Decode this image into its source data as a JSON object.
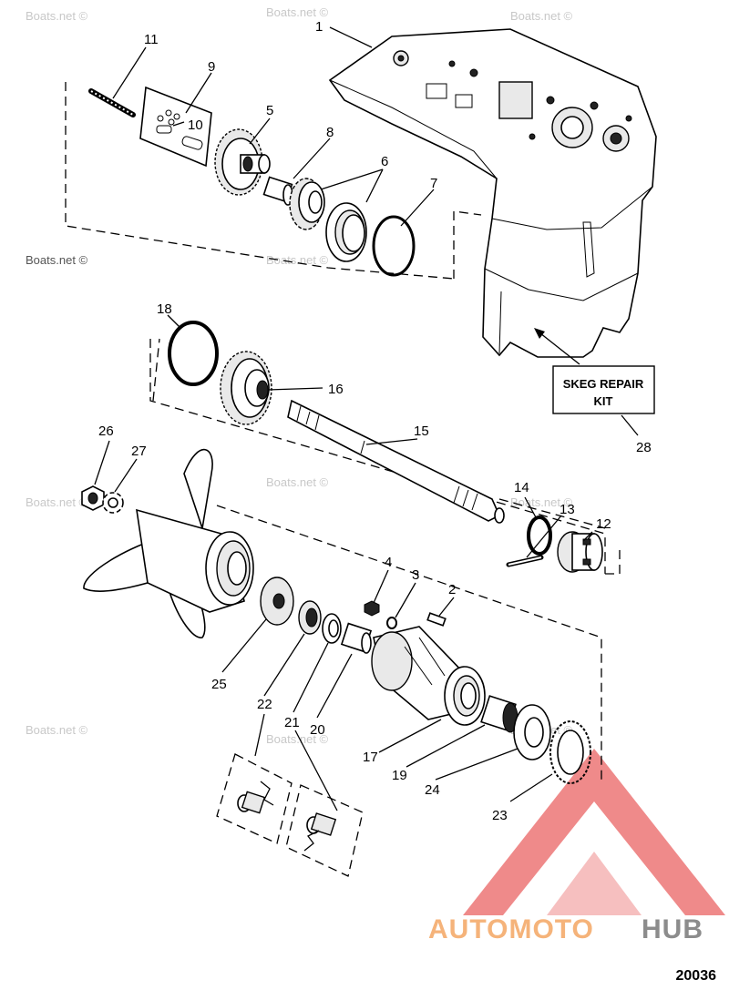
{
  "watermark": "Boats.net ©",
  "callouts": {
    "c1": "1",
    "c2": "2",
    "c3": "3",
    "c4": "4",
    "c5": "5",
    "c6": "6",
    "c7": "7",
    "c8": "8",
    "c9": "9",
    "c10": "10",
    "c11": "11",
    "c12": "12",
    "c13": "13",
    "c14": "14",
    "c15": "15",
    "c16": "16",
    "c17": "17",
    "c18": "18",
    "c19": "19",
    "c20": "20",
    "c21": "21",
    "c22": "22",
    "c23": "23",
    "c24": "24",
    "c25": "25",
    "c26": "26",
    "c27": "27",
    "c28": "28"
  },
  "skeg_box": {
    "line1": "SKEG REPAIR",
    "line2": "KIT"
  },
  "logo": {
    "part1": "AUTOMOTO",
    "part2": "HUB",
    "color1": "#f5b37a",
    "color2": "#8c8c8c",
    "mark_color": "#ef8a8a"
  },
  "figure_number": "20036"
}
